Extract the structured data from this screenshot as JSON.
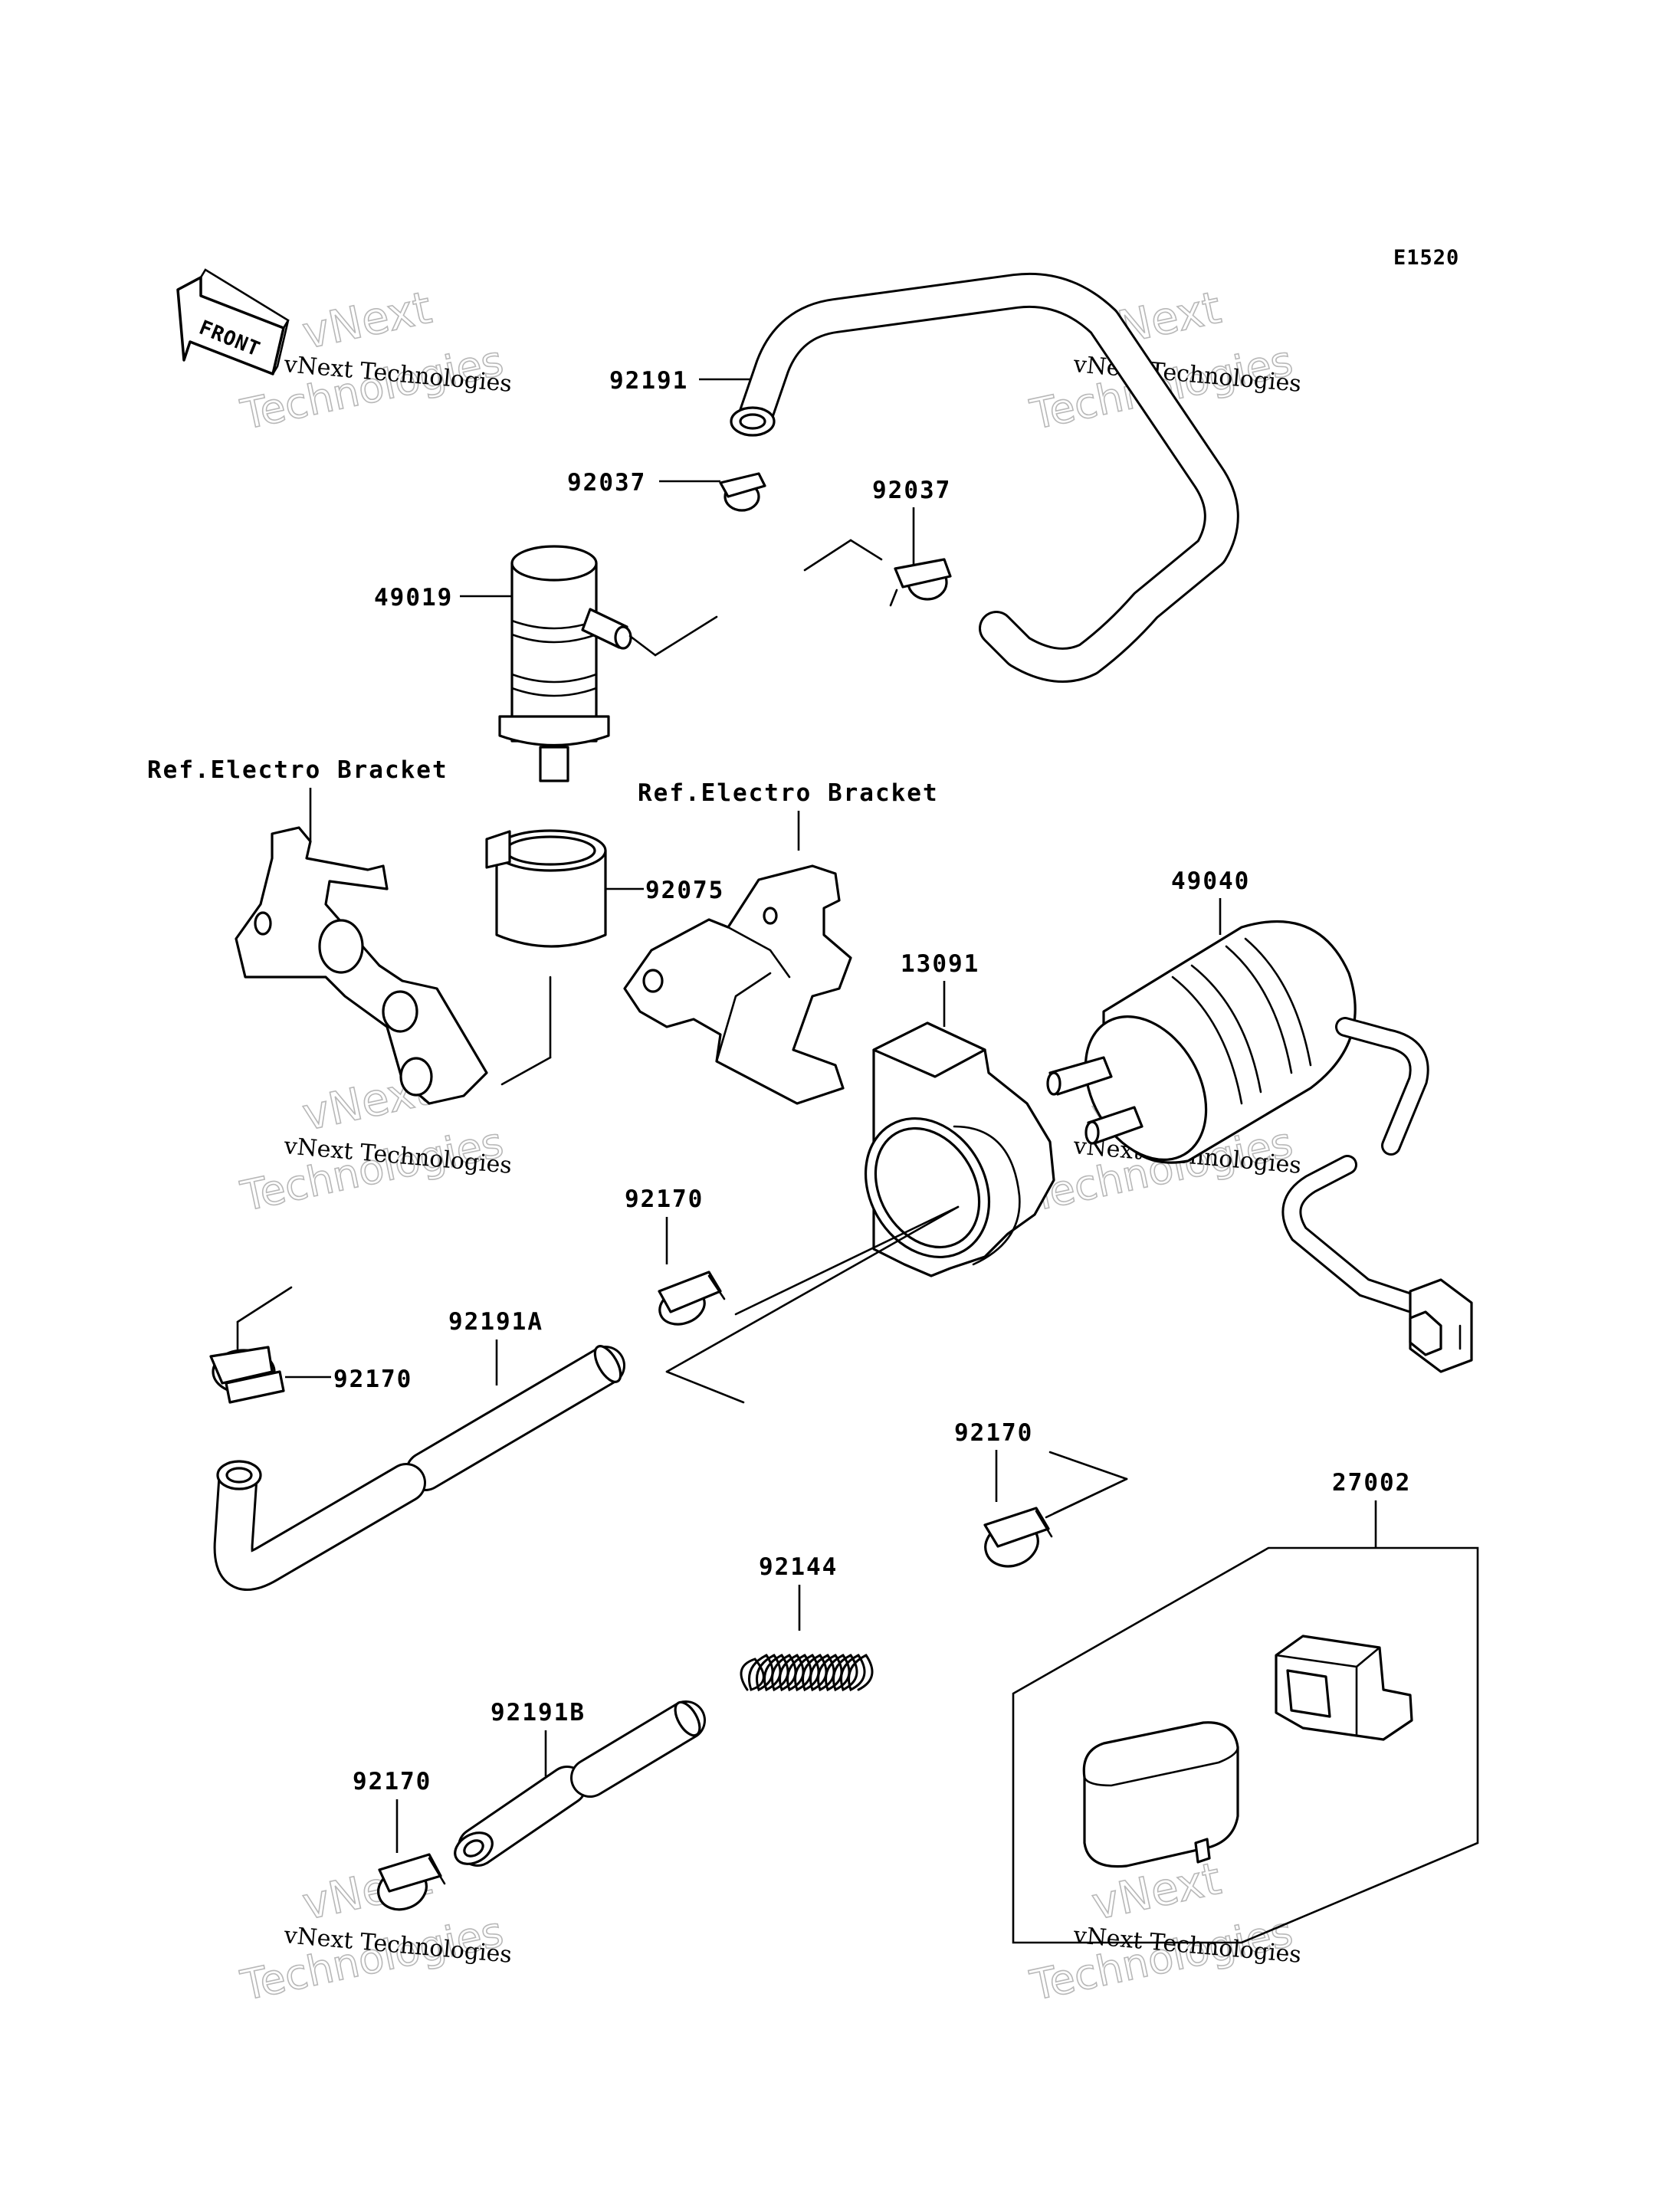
{
  "diagram_code": "E1520",
  "front_label": "FRONT",
  "parts": {
    "hose_92191": "92191",
    "clamp_92037_left": "92037",
    "clamp_92037_right": "92037",
    "filter_49019": "49019",
    "holder_92075": "92075",
    "bracket_ref_left": "Ref.Electro Bracket",
    "bracket_ref_center": "Ref.Electro Bracket",
    "damper_13091": "13091",
    "pump_49040": "49040",
    "clamp_92170_a": "92170",
    "clamp_92170_b": "92170",
    "hose_92191A": "92191A",
    "clamp_92170_c": "92170",
    "spring_92144": "92144",
    "kit_27002": "27002",
    "hose_92191B": "92191B",
    "clamp_92170_d": "92170"
  },
  "watermark": {
    "line1": "vNext Technologies",
    "line2": "vNext",
    "line3": "Technologies"
  }
}
